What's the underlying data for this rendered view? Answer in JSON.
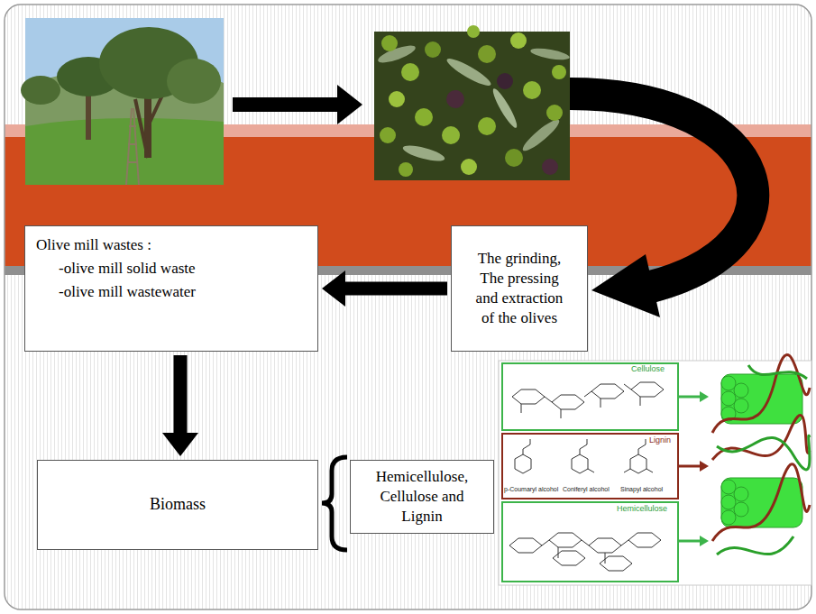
{
  "diagram": {
    "nodes": [
      {
        "text": [
          "Olive mill wastes :",
          "-olive mill solid waste",
          "-olive mill wastewater"
        ]
      },
      {
        "text": [
          "The grinding, The pressing and extraction of the olives"
        ]
      },
      {
        "text": [
          "Biomass"
        ]
      },
      {
        "text": [
          "Hemicellulose, Cellulose and Lignin"
        ]
      }
    ],
    "edges": [
      {
        "from": 1,
        "to": 0,
        "arrow": "to"
      },
      {
        "from": 0,
        "to": 2,
        "arrow": "to"
      }
    ],
    "labels": [
      "Cellulose",
      "p-Coumaryl alcohol",
      "Coniferyl alcohol",
      "Sinapyl alcohol",
      "Lignin",
      "Hemicellulose"
    ]
  }
}
